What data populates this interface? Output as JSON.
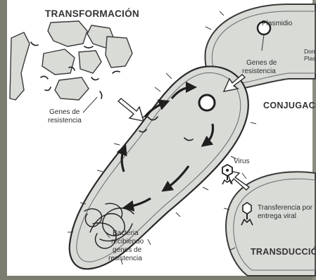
{
  "colors": {
    "page_border": "#7a7d6f",
    "cell_fill": "#d9dbd6",
    "cell_outline": "#3a3a3a",
    "dark_fill": "#1f1f1f",
    "text": "#2e2e2e"
  },
  "titles": {
    "transformation": "TRANSFORMACIÓN",
    "conjugation": "CONJUGACI",
    "transduction": "TRANSDUCCIÓN"
  },
  "labels": {
    "plasmid": "Plasmidio",
    "donor_genes_line1": "Genes de",
    "donor_genes_line2": "resistencia",
    "donor_edge_line1": "Don",
    "donor_edge_line2": "Plas",
    "free_genes_line1": "Genes de",
    "free_genes_line2": "resistencia",
    "virus": "Virus",
    "viral_transfer_line1": "Transferencia por",
    "viral_transfer_line2": "entrega viral",
    "recipient_line1": "Bacteria",
    "recipient_line2": "recibiendo",
    "recipient_line3": "genes de",
    "recipient_line4": "resistencia"
  },
  "icons": [
    "virus-icon",
    "phage-icon"
  ]
}
